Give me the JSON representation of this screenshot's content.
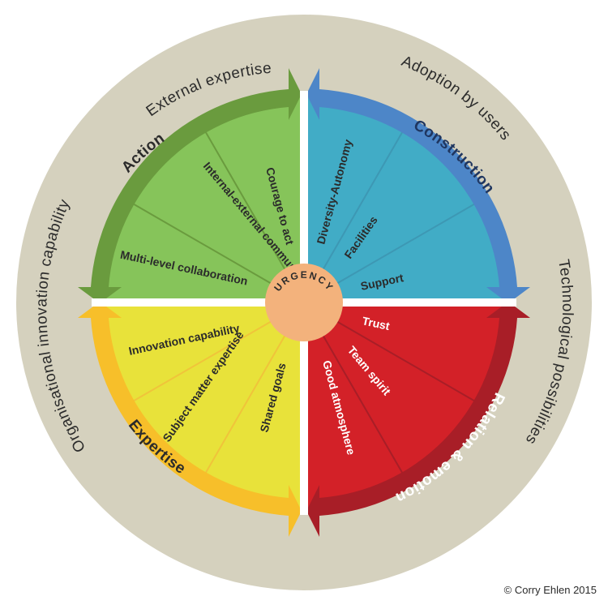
{
  "outer_labels": {
    "external": "External expertise",
    "adoption": "Adoption by users",
    "technological": "Technological possibilities",
    "organisational": "Organisational innovation capability"
  },
  "quadrants": {
    "action": {
      "title": "Action",
      "items": [
        "Multi-level collaboration",
        "Internal-external communication",
        "Courage to act"
      ]
    },
    "construction": {
      "title": "Construction",
      "items": [
        "Diversity-Autonomy",
        "Facilities",
        "Support"
      ]
    },
    "relation": {
      "title": "Relation & emotion",
      "items": [
        "Trust",
        "Team spirit",
        "Good atmosphere"
      ]
    },
    "expertise": {
      "title": "Expertise",
      "items": [
        "Innovation capability",
        "Subject matter expertise",
        "Shared goals"
      ]
    }
  },
  "center": {
    "label": "URGENCY"
  },
  "copyright": "© Corry Ehlen 2015",
  "colors": {
    "outer_ring": "#d5d1be",
    "action": "#86c45a",
    "action_arrow": "#6a9b3e",
    "construction": "#41acc6",
    "construction_arrow": "#4d86c8",
    "relation": "#d32128",
    "relation_arrow": "#a81e27",
    "expertise": "#e8e23a",
    "expertise_arrow": "#f7bf2a",
    "center": "#f3b27c"
  }
}
